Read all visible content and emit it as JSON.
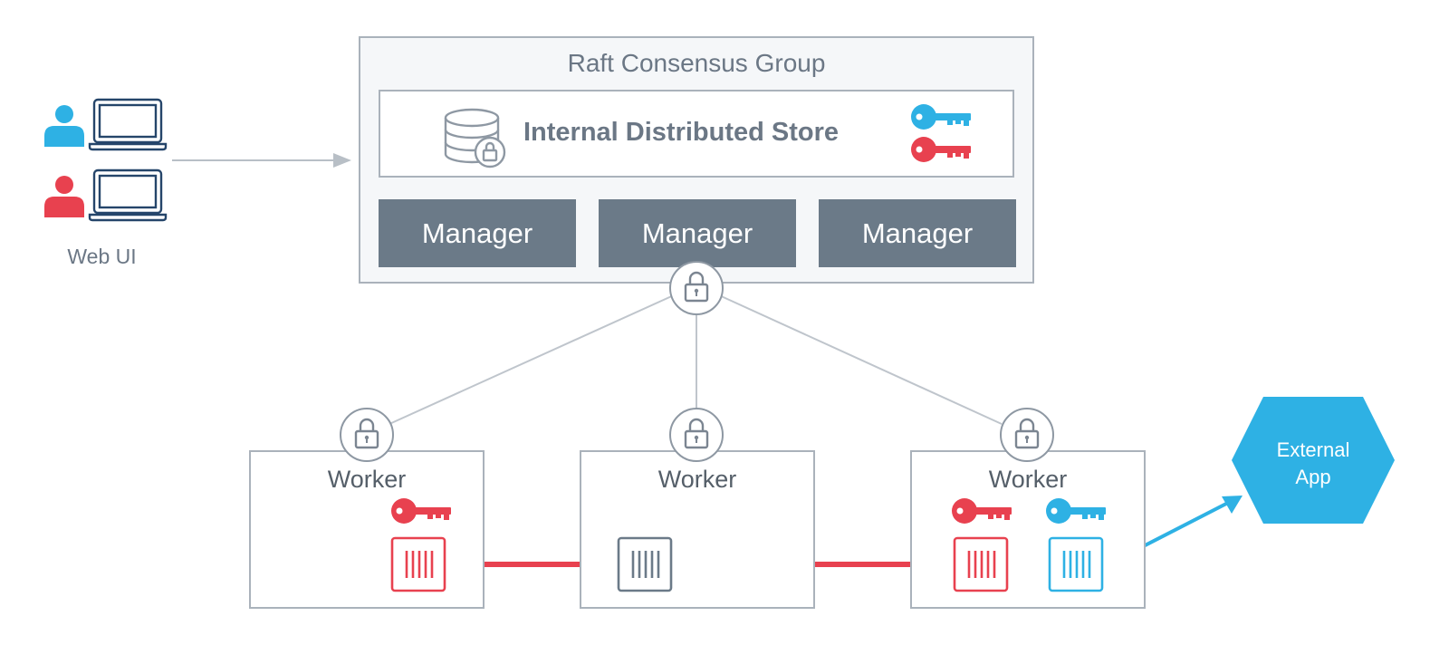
{
  "group": {
    "title": "Raft Consensus Group"
  },
  "store": {
    "title": "Internal Distributed Store"
  },
  "managers": [
    {
      "label": "Manager"
    },
    {
      "label": "Manager"
    },
    {
      "label": "Manager"
    }
  ],
  "workers": [
    {
      "label": "Worker"
    },
    {
      "label": "Worker"
    },
    {
      "label": "Worker"
    }
  ],
  "webui": {
    "label": "Web UI"
  },
  "external": {
    "line1": "External",
    "line2": "App"
  },
  "colors": {
    "red": "#e8414f",
    "blue": "#2eb1e4",
    "gray": "#6b7a88",
    "border": "#aab2bb",
    "text": "#6b7785"
  },
  "icons": [
    "user-icon",
    "laptop-icon",
    "database-icon",
    "lock-icon",
    "key-icon",
    "container-icon",
    "arrow-icon"
  ]
}
